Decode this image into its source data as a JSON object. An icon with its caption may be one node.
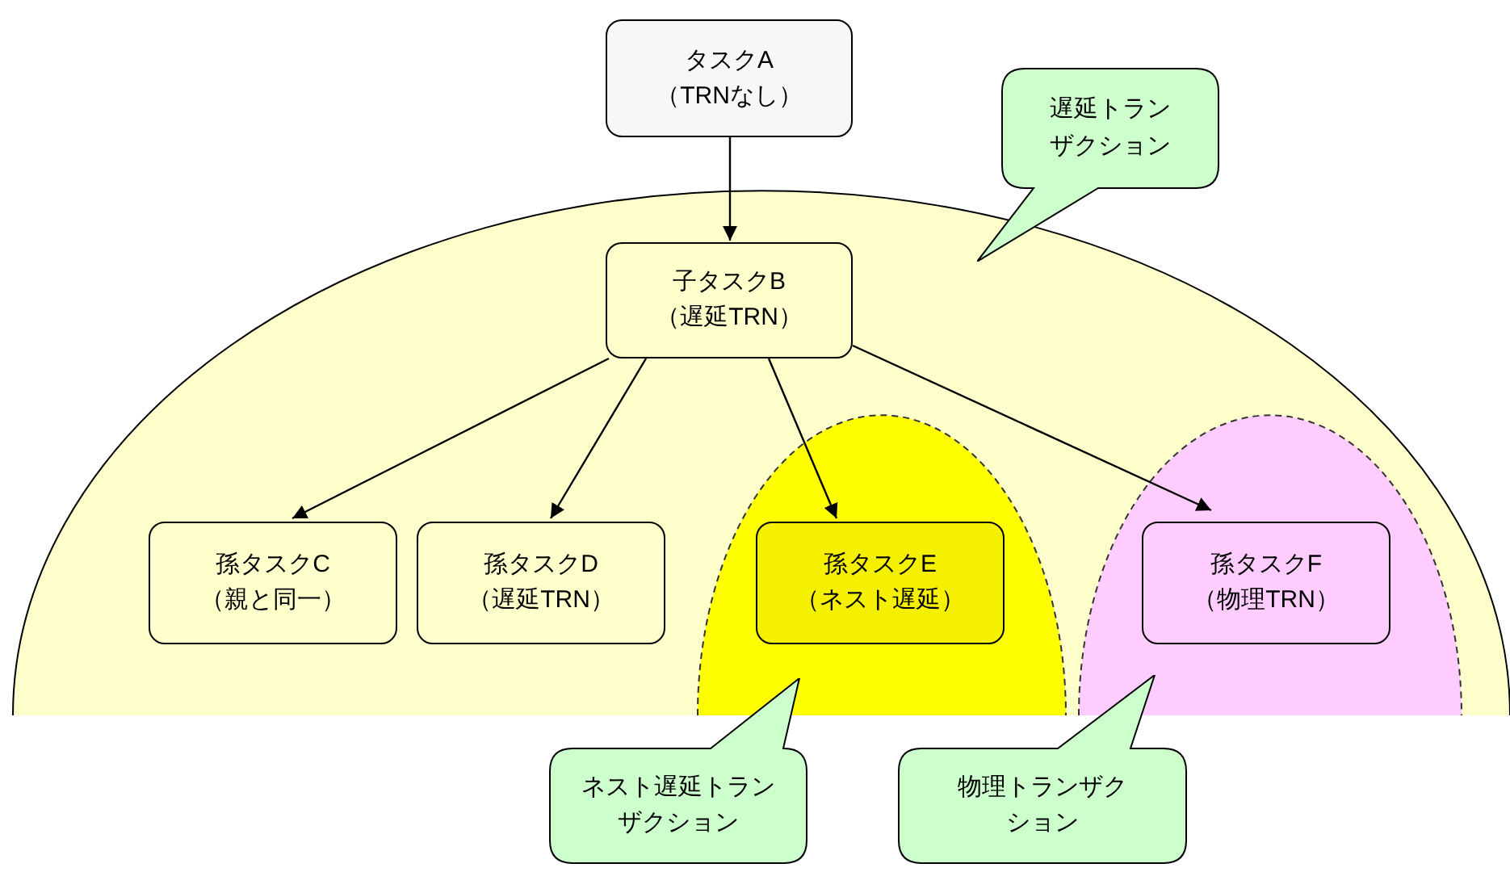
{
  "diagram": {
    "nodes": [
      {
        "text": [
          "タスクA",
          "（TRNなし）"
        ]
      },
      {
        "text": [
          "遅延トランザクション"
        ]
      },
      {
        "text": [
          "子タスクB",
          "（遅延TRN）"
        ]
      },
      {
        "text": [
          "孫タスクC",
          "（親と同一）"
        ]
      },
      {
        "text": [
          "孫タスクD",
          "（遅延TRN）"
        ]
      },
      {
        "text": [
          "孫タスクE",
          "（ネスト遅延）"
        ]
      },
      {
        "text": [
          "孫タスクF",
          "（物理TRN）"
        ]
      },
      {
        "text": [
          "ネスト遅延トランザクション"
        ]
      },
      {
        "text": [
          "物理トランザクション"
        ]
      }
    ],
    "edges": [
      {
        "from": 0,
        "to": 2,
        "arrow": "to"
      },
      {
        "from": 2,
        "to": 3,
        "arrow": "to"
      },
      {
        "from": 2,
        "to": 4,
        "arrow": "to"
      },
      {
        "from": 2,
        "to": 5,
        "arrow": "to"
      },
      {
        "from": 2,
        "to": 6,
        "arrow": "to"
      }
    ]
  }
}
